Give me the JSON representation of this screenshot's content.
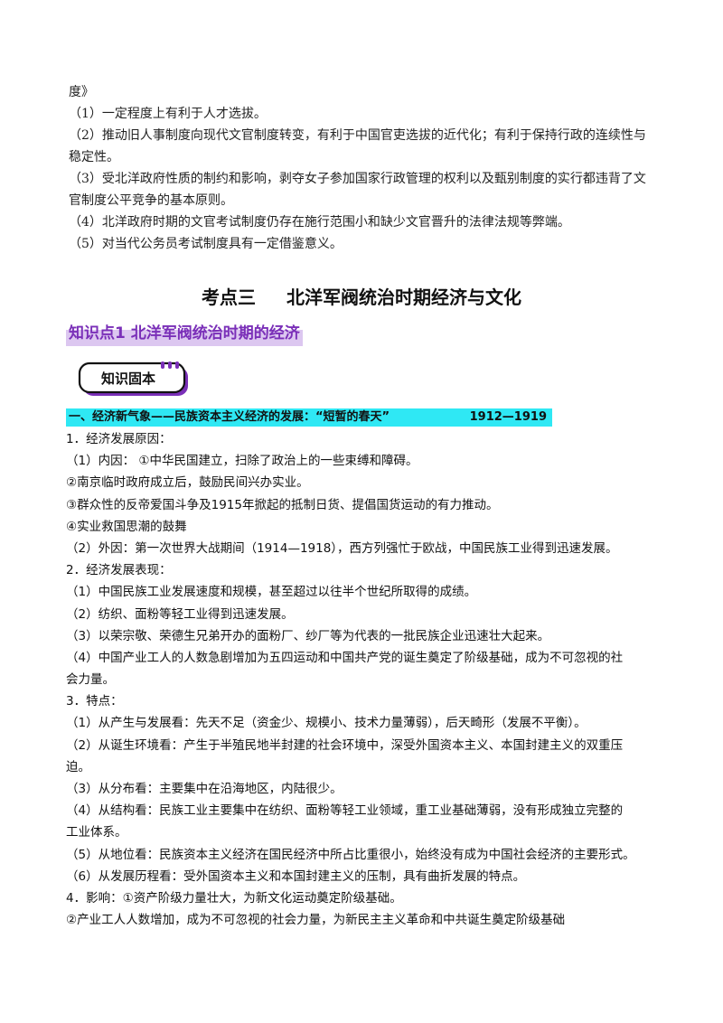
{
  "intro_lines": [
    "度》",
    "（1）一定程度上有利于人才选拔。",
    "（2）推动旧人事制度向现代文官制度转变，有利于中国官吏选拔的近代化；有利于保持行政的连续性与",
    "稳定性。",
    "（3）受北洋政府性质的制约和影响，剥夺女子参加国家行政管理的权利以及甄别制度的实行都违背了文",
    "官制度公平竞争的基本原则。",
    "（4）北洋政府时期的文官考试制度仍存在施行范围小和缺少文官晋升的法律法规等弊端。",
    "（5）对当代公务员考试制度具有一定借鉴意义。"
  ],
  "section": {
    "label": "考点三",
    "title": "北洋军阀统治时期经济与文化"
  },
  "knowledge_point": {
    "title": "知识点1 北洋军阀统治时期的经济"
  },
  "badge": {
    "label": "知识固本",
    "accent_color": "#7a2fb8"
  },
  "subheading": {
    "text": "一、经济新气象——民族资本主义经济的发展：“短暂的春天”",
    "years": "1912—1919",
    "highlight_color": "#2fe8f4"
  },
  "body_lines": [
    "1．经济发展原因：",
    "（1）内因：  ①中华民国建立，扫除了政治上的一些束缚和障碍。",
    "②南京临时政府成立后，鼓励民间兴办实业。",
    "③群众性的反帝爱国斗争及1915年掀起的抵制日货、提倡国货运动的有力推动。",
    "④实业救国思潮的鼓舞",
    "（2）外因：第一次世界大战期间（1914—1918），西方列强忙于欧战，中国民族工业得到迅速发展。",
    "2．经济发展表现：",
    "（1）中国民族工业发展速度和规模，甚至超过以往半个世纪所取得的成绩。",
    "（2）纺织、面粉等轻工业得到迅速发展。",
    "（3）以荣宗敬、荣德生兄弟开办的面粉厂、纱厂等为代表的一批民族企业迅速壮大起来。",
    "（4）中国产业工人的人数急剧增加为五四运动和中国共产党的诞生奠定了阶级基础，成为不可忽视的社",
    "会力量。",
    "3．特点：",
    "（1）从产生与发展看：先天不足（资金少、规模小、技术力量薄弱），后天畸形（发展不平衡）。",
    "（2）从诞生环境看：产生于半殖民地半封建的社会环境中，深受外国资本主义、本国封建主义的双重压",
    "迫。",
    "（3）从分布看：主要集中在沿海地区，内陆很少。",
    "（4）从结构看：民族工业主要集中在纺织、面粉等轻工业领域，重工业基础薄弱，没有形成独立完整的",
    "工业体系。",
    "（5）从地位看：民族资本主义经济在国民经济中所占比重很小，始终没有成为中国社会经济的主要形式。",
    "（6）从发展历程看：受外国资本主义和本国封建主义的压制，具有曲折发展的特点。",
    "4．影响：①资产阶级力量壮大，为新文化运动奠定阶级基础。",
    "②产业工人人数增加，成为不可忽视的社会力量，为新民主主义革命和中共诞生奠定阶级基础"
  ]
}
